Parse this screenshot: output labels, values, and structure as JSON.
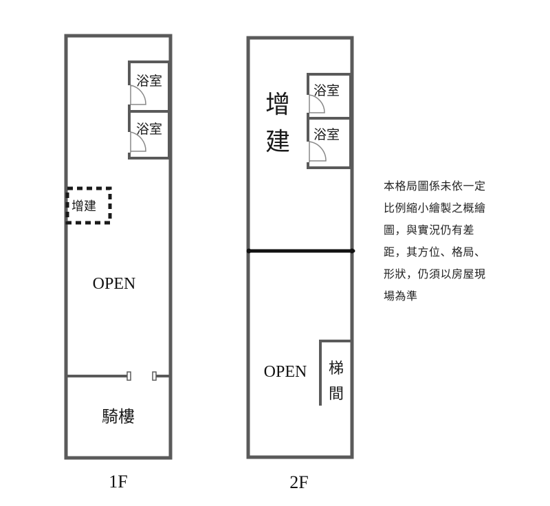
{
  "floors": {
    "first": {
      "label": "1F",
      "bath_1": "浴室",
      "bath_2": "浴室",
      "extension": "增建",
      "open": "OPEN",
      "arcade": "騎樓"
    },
    "second": {
      "label": "2F",
      "extension_line1": "增",
      "extension_line2": "建",
      "bath_1": "浴室",
      "bath_2": "浴室",
      "open": "OPEN",
      "stair_line1": "梯",
      "stair_line2": "間"
    }
  },
  "disclaimer": {
    "lines": [
      "本格局圖係未依一定",
      "比例縮小繪製之概繪",
      "圖，與實況仍有差",
      "距，其方位、格局、",
      "形狀，仍須以房屋現",
      "場為準"
    ]
  },
  "colors": {
    "wall": "#5a5a5a",
    "divider": "#111111",
    "dotted": "#1a1a1a"
  }
}
